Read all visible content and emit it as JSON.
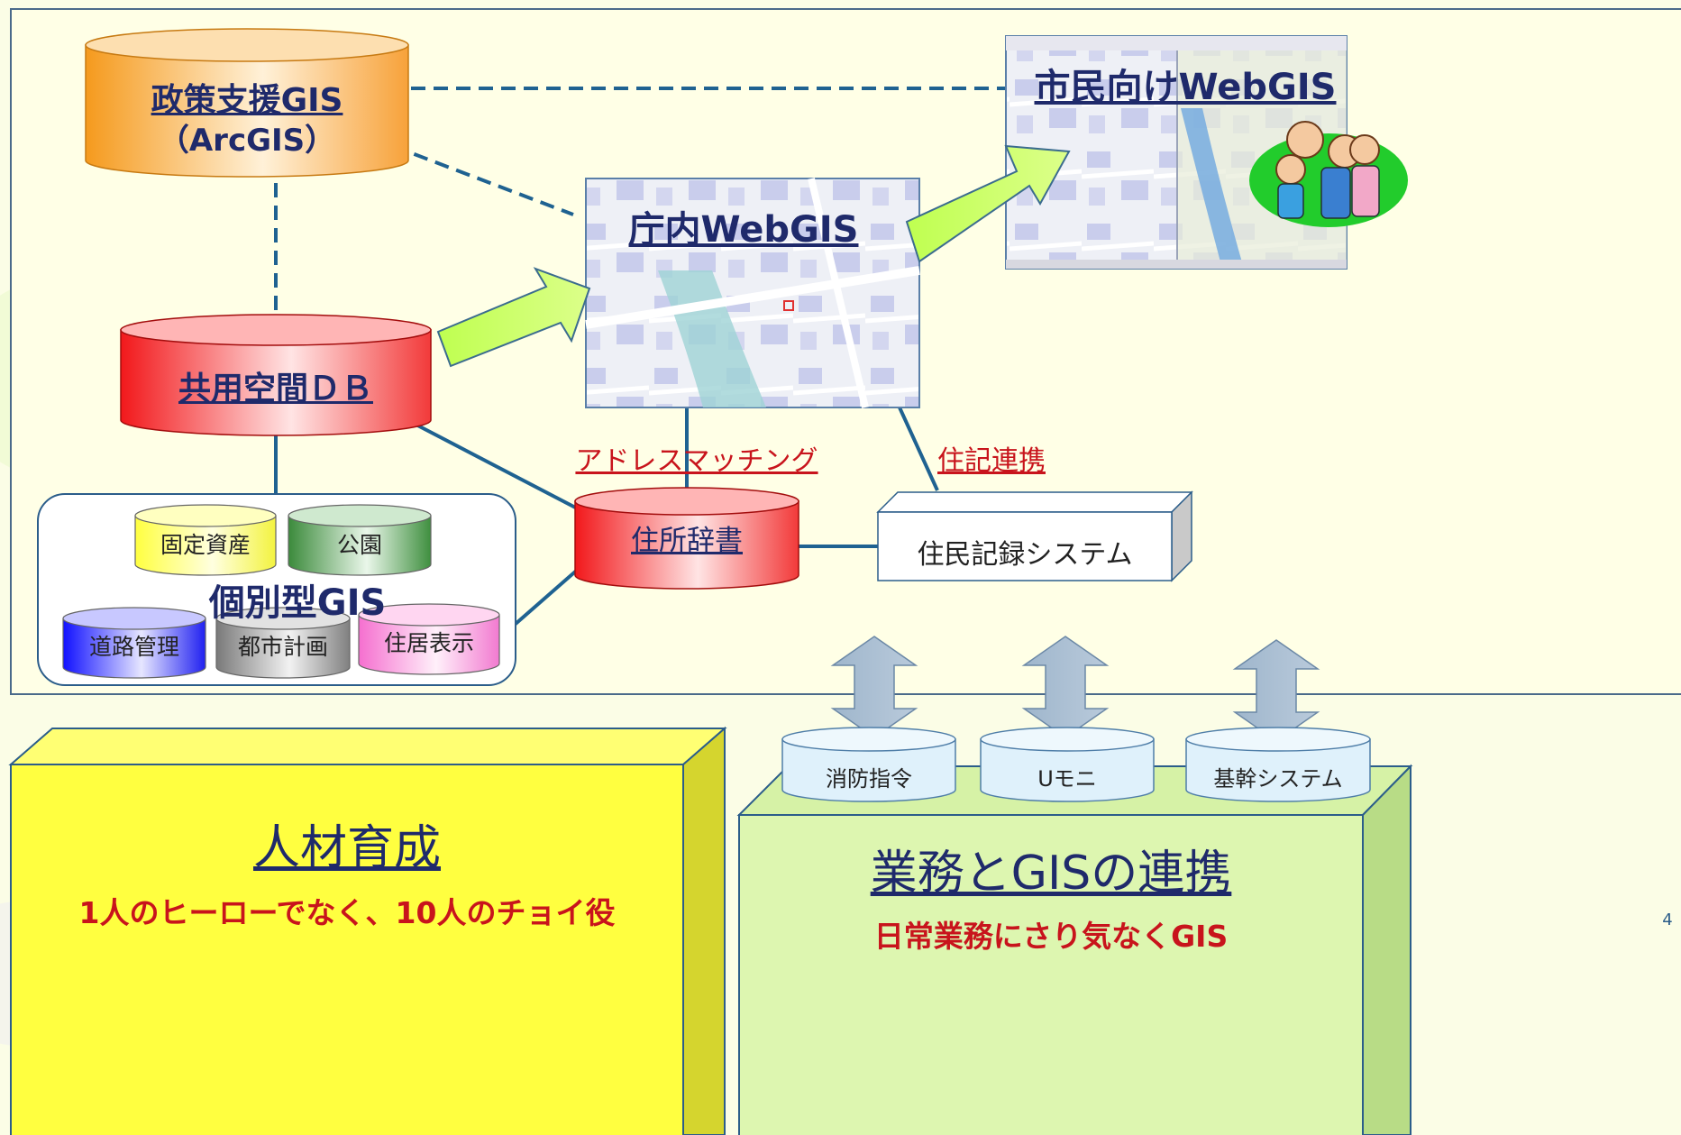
{
  "top_left": {
    "policy_gis": "政策支援GIS",
    "policy_gis_sub": "（ArcGIS）",
    "shared_db": "共用空間ＤＢ"
  },
  "individual_gis": {
    "title": "個別型GIS",
    "items": [
      "固定資産",
      "公園",
      "道路管理",
      "都市計画",
      "住居表示"
    ]
  },
  "center": {
    "internal_webgis": "庁内WebGIS",
    "address_matching": "アドレスマッチング",
    "address_dict": "住所辞書",
    "juki_link": "住記連携",
    "resident_system": "住民記録システム"
  },
  "top_right": {
    "citizen_webgis": "市民向けWebGIS"
  },
  "bottom_left": {
    "title": "人材育成",
    "subtitle": "1人のヒーローでなく、10人のチョイ役"
  },
  "bottom_right": {
    "title": "業務とGISの連携",
    "subtitle": "日常業務にさり気なくGIS",
    "systems": [
      "消防指令",
      "Uモニ",
      "基幹システム"
    ]
  },
  "page_number": "4"
}
